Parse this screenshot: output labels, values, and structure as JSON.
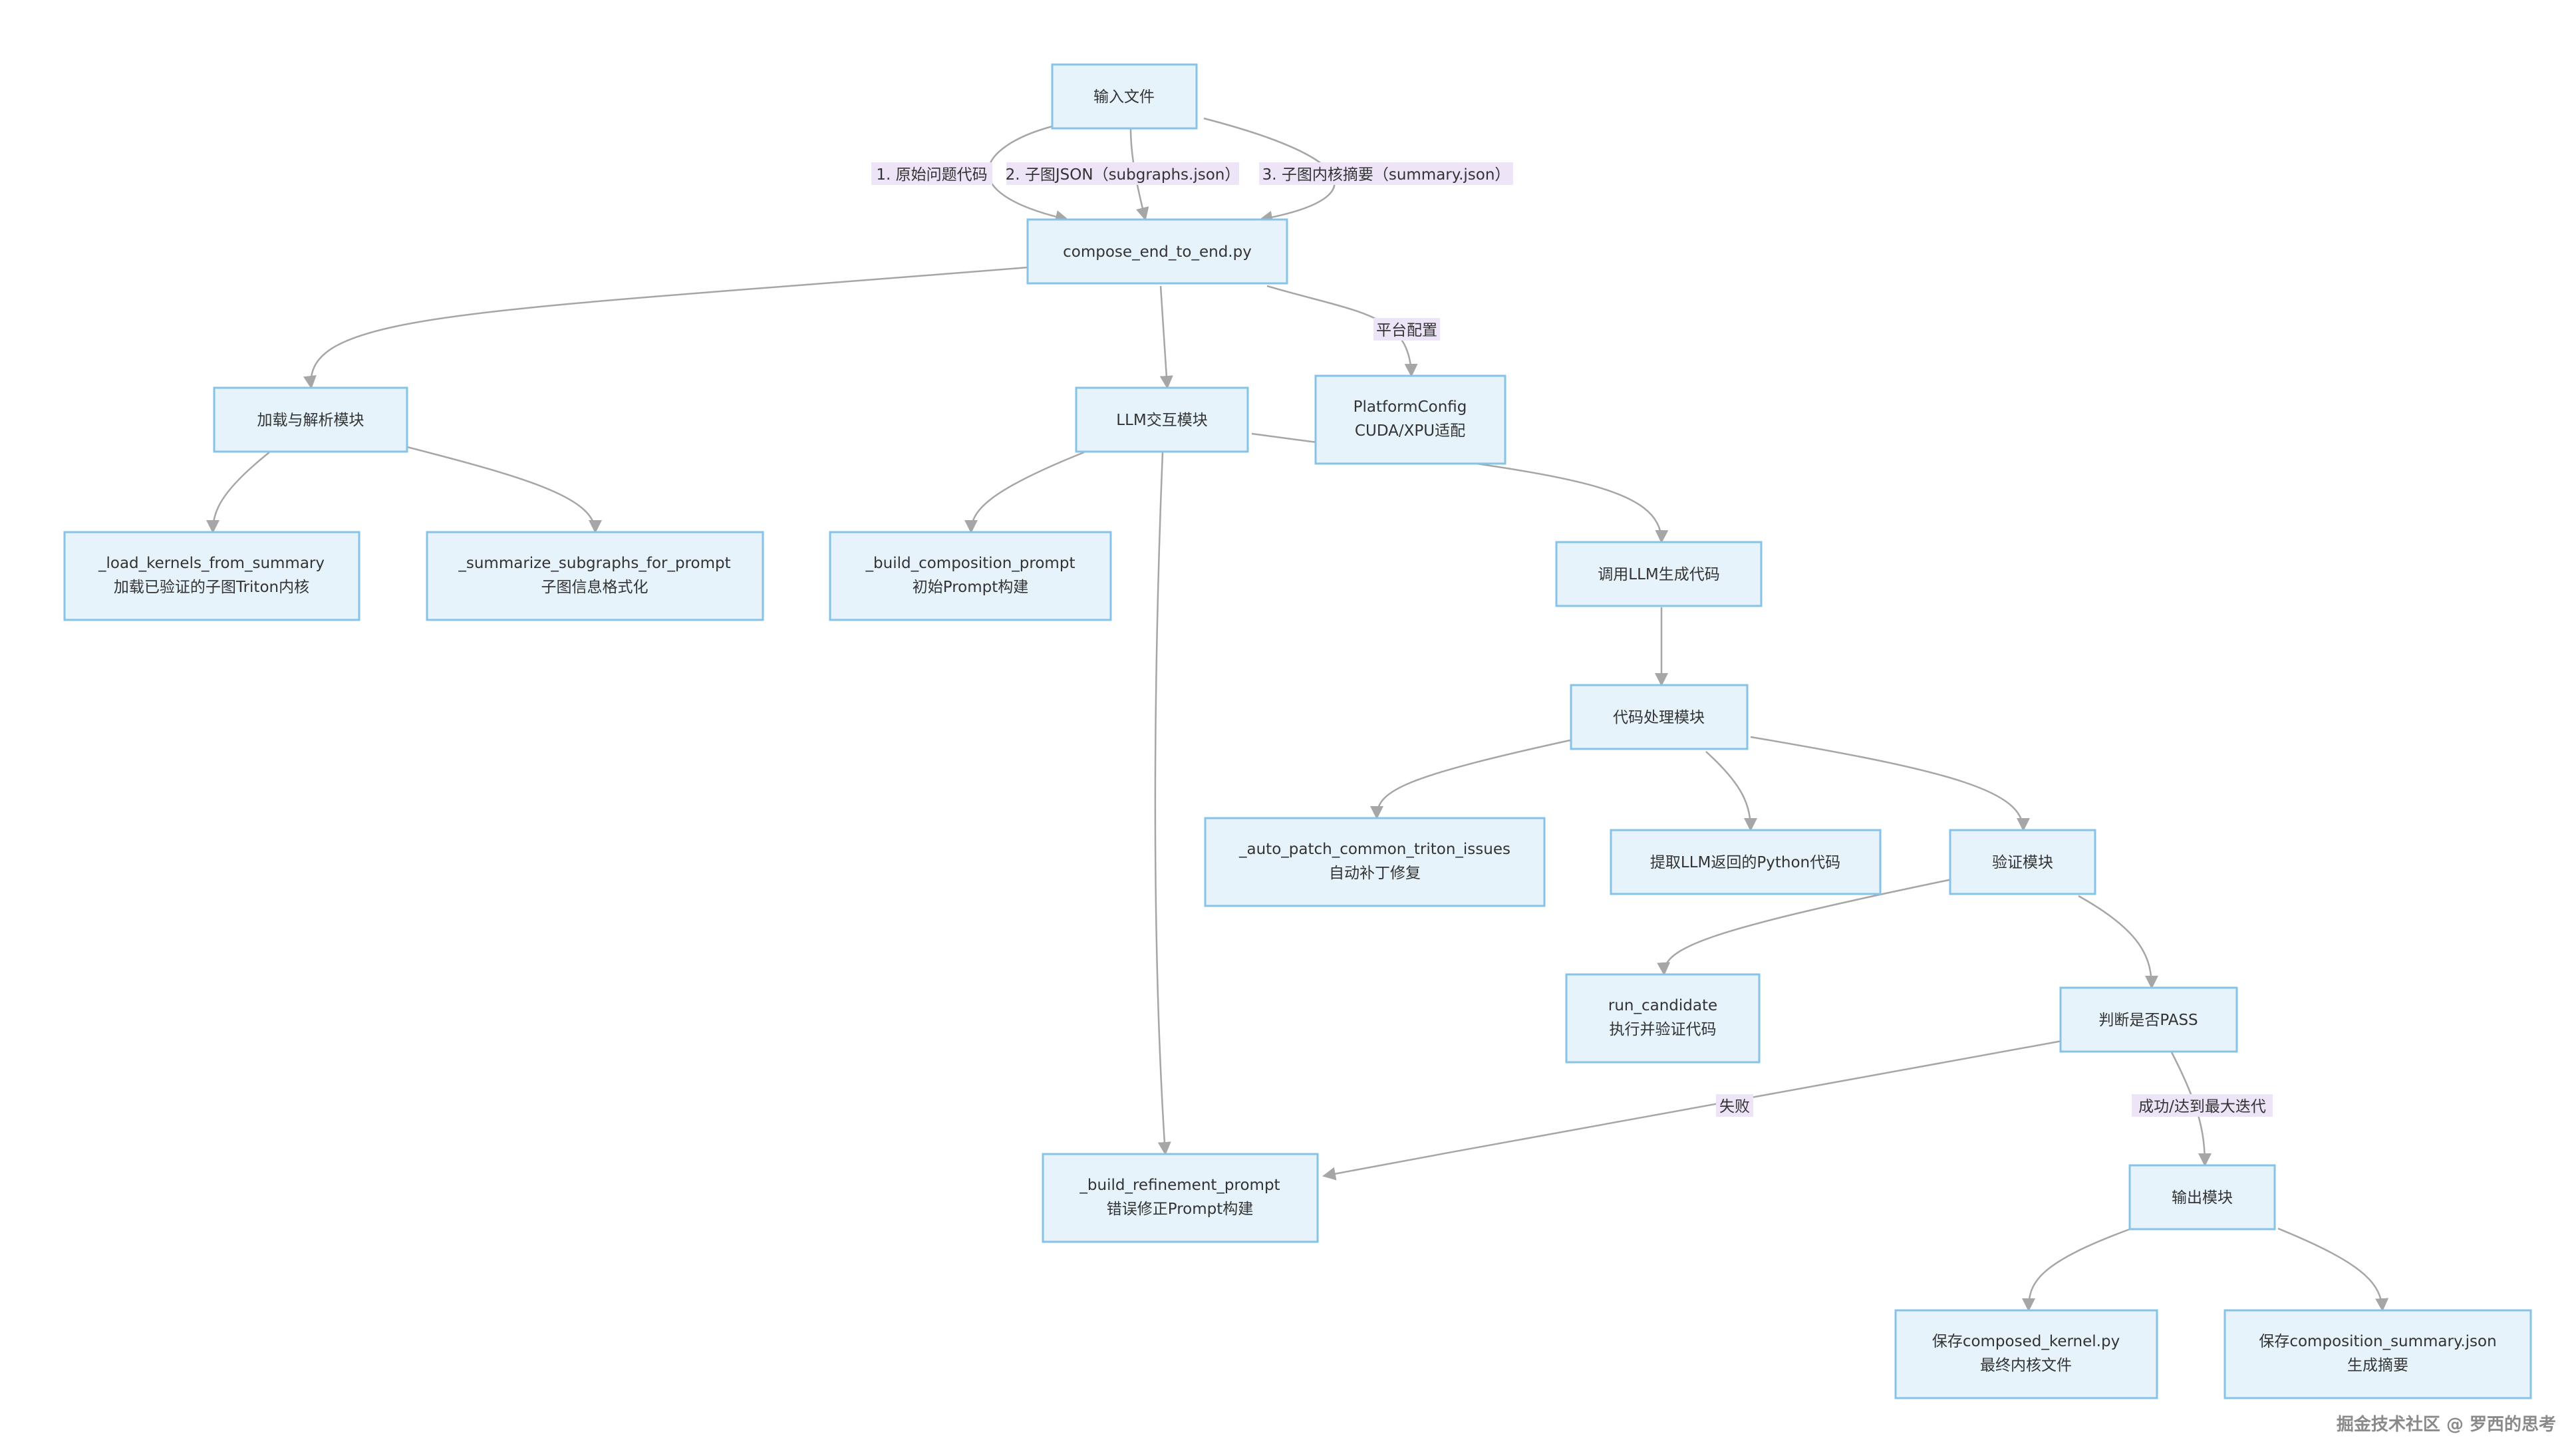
{
  "nodes": {
    "input": [
      "输入文件"
    ],
    "compose": [
      "compose_end_to_end.py"
    ],
    "load": [
      "加载与解析模块"
    ],
    "llm": [
      "LLM交互模块"
    ],
    "platform": [
      "PlatformConfig",
      "CUDA/XPU适配"
    ],
    "loadk": [
      "_load_kernels_from_summary",
      "加载已验证的子图Triton内核"
    ],
    "summ": [
      "_summarize_subgraphs_for_prompt",
      "子图信息格式化"
    ],
    "buildc": [
      "_build_composition_prompt",
      "初始Prompt构建"
    ],
    "callllm": [
      "调用LLM生成代码"
    ],
    "codeproc": [
      "代码处理模块"
    ],
    "autopatch": [
      "_auto_patch_common_triton_issues",
      "自动补丁修复"
    ],
    "extract": [
      "提取LLM返回的Python代码"
    ],
    "verify": [
      "验证模块"
    ],
    "run": [
      "run_candidate",
      "执行并验证代码"
    ],
    "judge": [
      "判断是否PASS"
    ],
    "refine": [
      "_build_refinement_prompt",
      "错误修正Prompt构建"
    ],
    "output": [
      "输出模块"
    ],
    "save1": [
      "保存composed_kernel.py",
      "最终内核文件"
    ],
    "save2": [
      "保存composition_summary.json",
      "生成摘要"
    ]
  },
  "edge_labels": {
    "e1": "1. 原始问题代码",
    "e2": "2. 子图JSON（subgraphs.json）",
    "e3": "3. 子图内核摘要（summary.json）",
    "platform": "平台配置",
    "fail": "失败",
    "success": "成功/达到最大迭代"
  },
  "watermark": "掘金技术社区 @ 罗西的思考",
  "colors": {
    "node_fill": "#e6f3fb",
    "node_border": "#86c3e6",
    "edge": "#a6a6a6",
    "label_bg": "#ede4f7"
  }
}
